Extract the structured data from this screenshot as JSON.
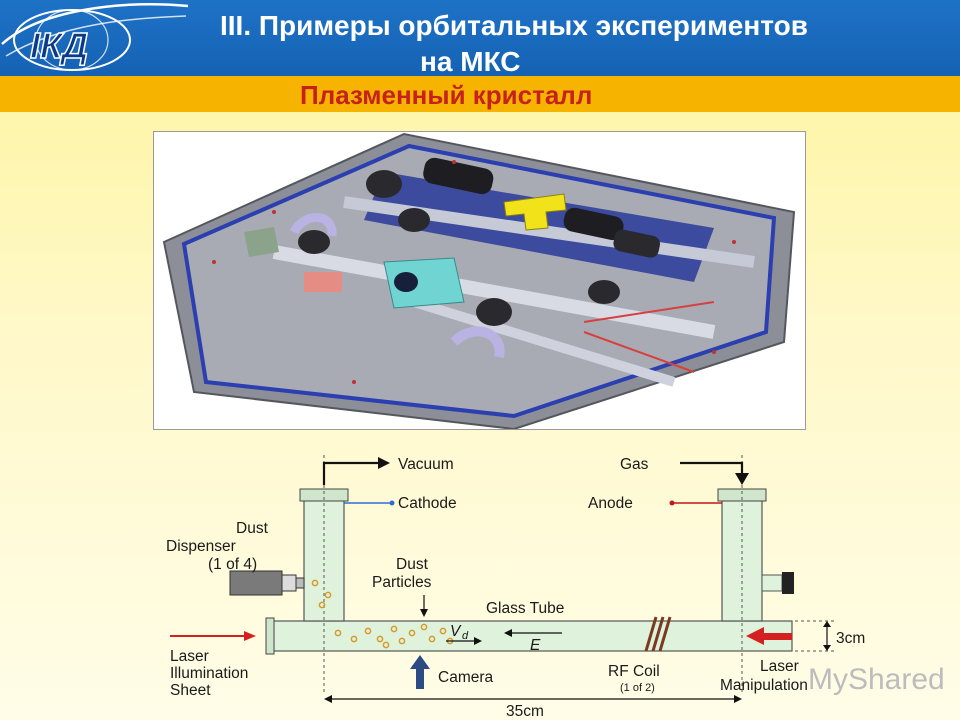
{
  "header": {
    "logo_text": "ІКД",
    "title_line1": "III. Примеры орбитальных экспериментов",
    "title_line2": "на МКС",
    "colors": {
      "bar": "#1a6ac0",
      "text": "#ffffff"
    }
  },
  "subheader": {
    "title": "Плазменный кристалл",
    "colors": {
      "bar": "#f6b400",
      "text": "#c8201c"
    }
  },
  "photo": {
    "icon": "plasma-crystal-apparatus-render"
  },
  "diagram": {
    "labels": {
      "vacuum": "Vacuum",
      "gas": "Gas",
      "cathode": "Cathode",
      "anode": "Anode",
      "dust_dispenser_1": "Dust",
      "dust_dispenser_2": "Dispenser",
      "dust_dispenser_3": "(1 of 4)",
      "dust_particles_1": "Dust",
      "dust_particles_2": "Particles",
      "glass_tube": "Glass Tube",
      "vd": "V",
      "vd_sub": "d",
      "e_field": "E",
      "laser_illum_1": "Laser",
      "laser_illum_2": "Illumination",
      "laser_illum_3": "Sheet",
      "camera": "Camera",
      "rf_coil_1": "RF Coil",
      "rf_coil_2": "(1 of 2)",
      "laser_manip_1": "Laser",
      "laser_manip_2": "Manipulation",
      "height": "3cm",
      "length": "35cm"
    },
    "watermark": "MyShared",
    "colors": {
      "tube": "#dff2dc",
      "laser": "#d42020",
      "particles": "#d89a2a",
      "arrow_blue": "#2c4a84"
    }
  }
}
